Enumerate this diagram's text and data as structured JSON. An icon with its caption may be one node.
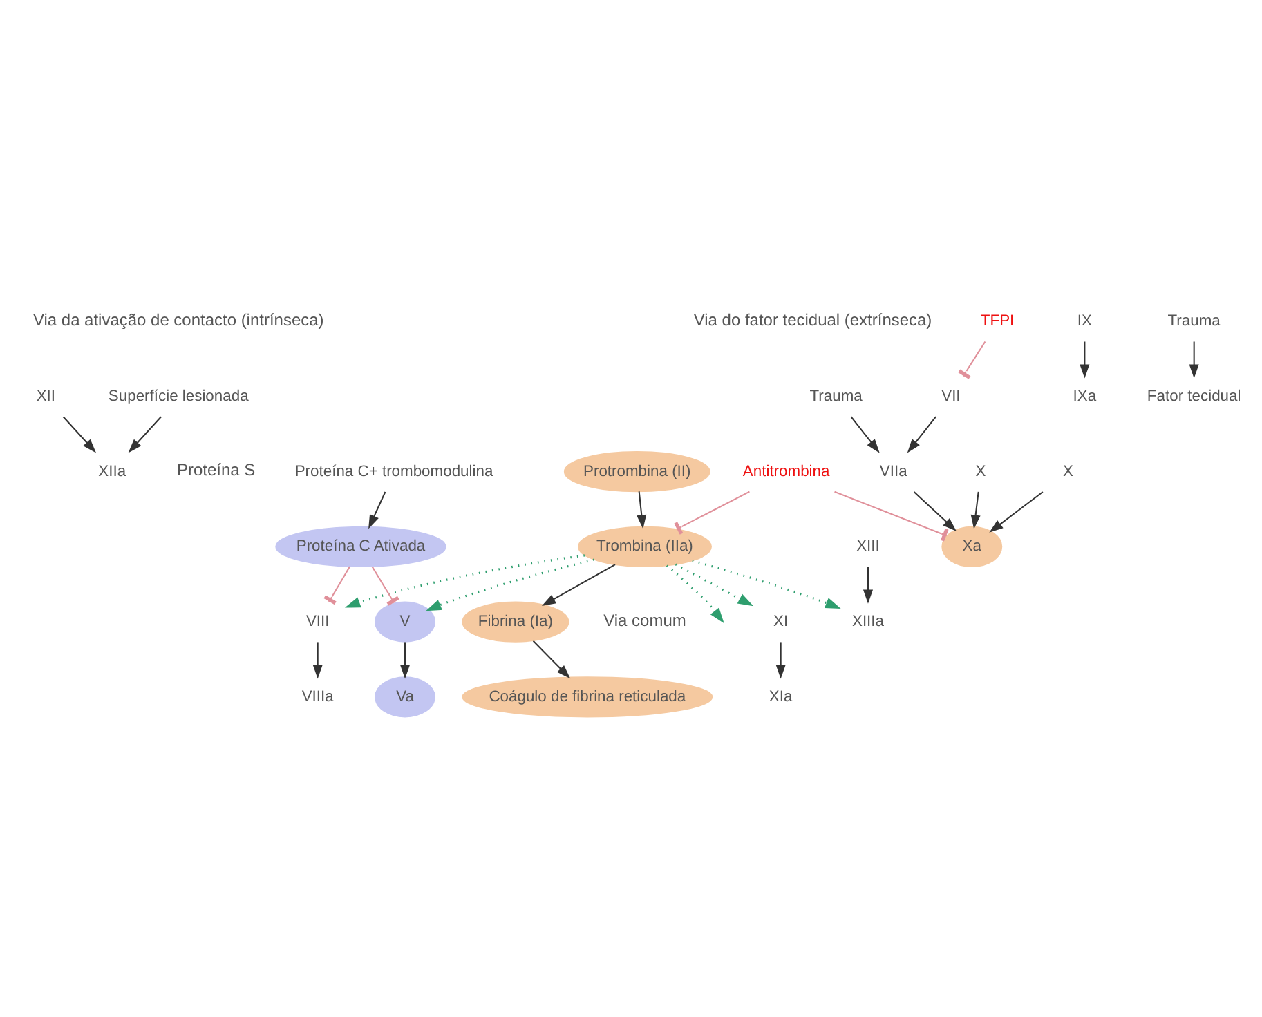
{
  "diagram": {
    "nodes": [
      {
        "text": [
          "Superfície lesionada"
        ]
      },
      {
        "text": [
          "XII"
        ]
      },
      {
        "text": [
          "XIIa"
        ]
      },
      {
        "text": [
          "XI"
        ]
      },
      {
        "text": [
          "XIa"
        ]
      },
      {
        "text": [
          "IX"
        ]
      },
      {
        "text": [
          "IXa"
        ]
      },
      {
        "text": [
          "VIIIa"
        ]
      },
      {
        "text": [
          "VIII"
        ]
      },
      {
        "text": [
          "Trauma"
        ]
      },
      {
        "text": [
          "TFPI"
        ]
      },
      {
        "text": [
          "VIIa"
        ]
      },
      {
        "text": [
          "VII"
        ]
      },
      {
        "text": [
          "Fator tecidual"
        ]
      },
      {
        "text": [
          "Trauma"
        ]
      },
      {
        "text": [
          "Antitrombina"
        ]
      },
      {
        "text": [
          "X"
        ]
      },
      {
        "text": [
          "Xa"
        ]
      },
      {
        "text": [
          "X"
        ]
      },
      {
        "text": [
          "Protrombina (II)"
        ]
      },
      {
        "text": [
          "Trombina (IIa)"
        ]
      },
      {
        "text": [
          "V"
        ]
      },
      {
        "text": [
          "Va"
        ]
      },
      {
        "text": [
          "Fibrina (Ia)"
        ]
      },
      {
        "text": [
          "XIIIa"
        ]
      },
      {
        "text": [
          "XIII"
        ]
      },
      {
        "text": [
          "Coágulo de fibrina reticulada"
        ]
      },
      {
        "text": [
          "Proteína C Ativada"
        ]
      },
      {
        "text": [
          "Proteína C+ trombomodulina"
        ]
      }
    ],
    "edges": [
      {
        "from": 0,
        "to": 2,
        "arrow": "to"
      },
      {
        "from": 1,
        "to": 2,
        "arrow": "to"
      },
      {
        "from": 3,
        "to": 4,
        "arrow": "to"
      },
      {
        "from": 5,
        "to": 6,
        "arrow": "to"
      },
      {
        "from": 8,
        "to": 7,
        "arrow": "to"
      },
      {
        "from": 9,
        "to": 11,
        "arrow": "to"
      },
      {
        "from": 12,
        "to": 11,
        "arrow": "to"
      },
      {
        "from": 10,
        "to": 12,
        "arrow": "other",
        "color": "#e0909a"
      },
      {
        "from": 14,
        "to": 13,
        "arrow": "to"
      },
      {
        "from": 11,
        "to": 17,
        "arrow": "to"
      },
      {
        "from": 16,
        "to": 17,
        "arrow": "to"
      },
      {
        "from": 18,
        "to": 17,
        "arrow": "to"
      },
      {
        "from": 15,
        "to": 17,
        "arrow": "other",
        "color": "#e0909a"
      },
      {
        "from": 15,
        "to": 20,
        "arrow": "other",
        "color": "#e0909a"
      },
      {
        "from": 19,
        "to": 20,
        "arrow": "to"
      },
      {
        "from": 21,
        "to": 22,
        "arrow": "to"
      },
      {
        "from": 20,
        "to": 23,
        "arrow": "to"
      },
      {
        "from": 25,
        "to": 24,
        "arrow": "to"
      },
      {
        "from": 23,
        "to": 26,
        "arrow": "to"
      },
      {
        "from": 28,
        "to": 27,
        "arrow": "to"
      },
      {
        "from": 27,
        "to": 8,
        "arrow": "other",
        "color": "#e0909a"
      },
      {
        "from": 27,
        "to": 21,
        "arrow": "other",
        "color": "#e0909a"
      },
      {
        "from": 20,
        "to": 3,
        "arrow": "to",
        "style": "dashed",
        "color": "#2e9e6e"
      },
      {
        "from": 20,
        "to": 8,
        "arrow": "to",
        "style": "dashed",
        "color": "#2e9e6e"
      },
      {
        "from": 20,
        "to": 21,
        "arrow": "to",
        "style": "dashed",
        "color": "#2e9e6e"
      },
      {
        "from": 20,
        "to": null,
        "arrow": "to",
        "style": "dashed",
        "color": "#2e9e6e"
      },
      {
        "from": 20,
        "to": 24,
        "arrow": "to",
        "style": "dashed",
        "color": "#2e9e6e"
      }
    ],
    "labels": [
      "Via da ativação de contacto (intrínseca)",
      "Via do fator tecidual (extrínseca)",
      "Via comum",
      "Proteína S"
    ]
  }
}
